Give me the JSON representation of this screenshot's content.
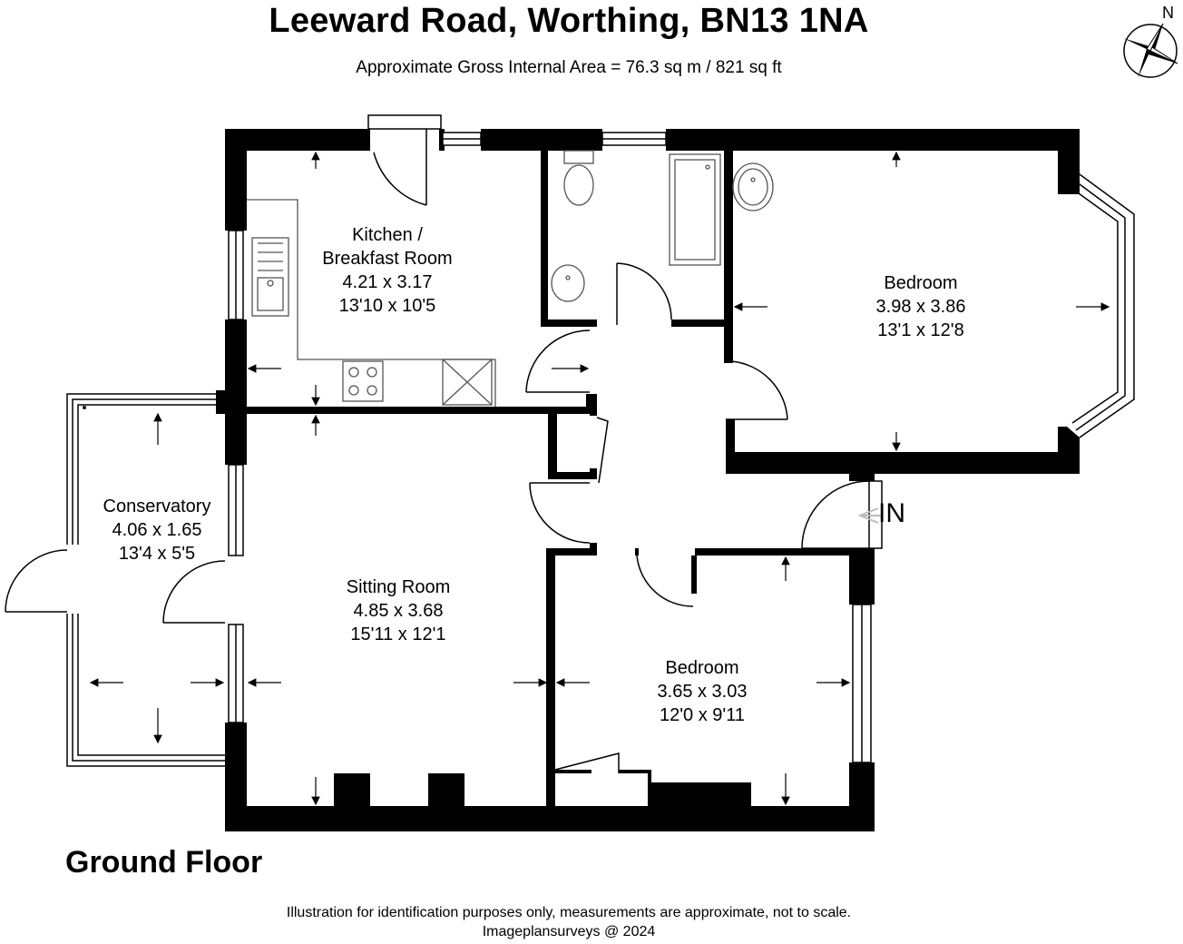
{
  "header": {
    "title": "Leeward Road, Worthing, BN13 1NA",
    "area": "Approximate Gross Internal Area = 76.3 sq m / 821 sq ft"
  },
  "compass": {
    "north_label": "N"
  },
  "rooms": {
    "kitchen": {
      "name_line1": "Kitchen /",
      "name_line2": "Breakfast Room",
      "metric": "4.21 x 3.17",
      "imperial": "13'10 x 10'5"
    },
    "bedroom1": {
      "name": "Bedroom",
      "metric": "3.98 x 3.86",
      "imperial": "13'1 x 12'8"
    },
    "conservatory": {
      "name": "Conservatory",
      "metric": "4.06 x 1.65",
      "imperial": "13'4 x 5'5"
    },
    "sitting": {
      "name": "Sitting Room",
      "metric": "4.85 x 3.68",
      "imperial": "15'11 x 12'1"
    },
    "bedroom2": {
      "name": "Bedroom",
      "metric": "3.65 x 3.03",
      "imperial": "12'0 x 9'11"
    }
  },
  "entrance": {
    "label": "IN"
  },
  "floor": {
    "label": "Ground Floor"
  },
  "footer": {
    "disclaimer": "Illustration for identification purposes only, measurements are approximate, not to scale.",
    "credit": "Imageplansurveys @ 2024"
  },
  "colors": {
    "wall": "#000000",
    "background": "#ffffff",
    "fixture": "#555555"
  }
}
